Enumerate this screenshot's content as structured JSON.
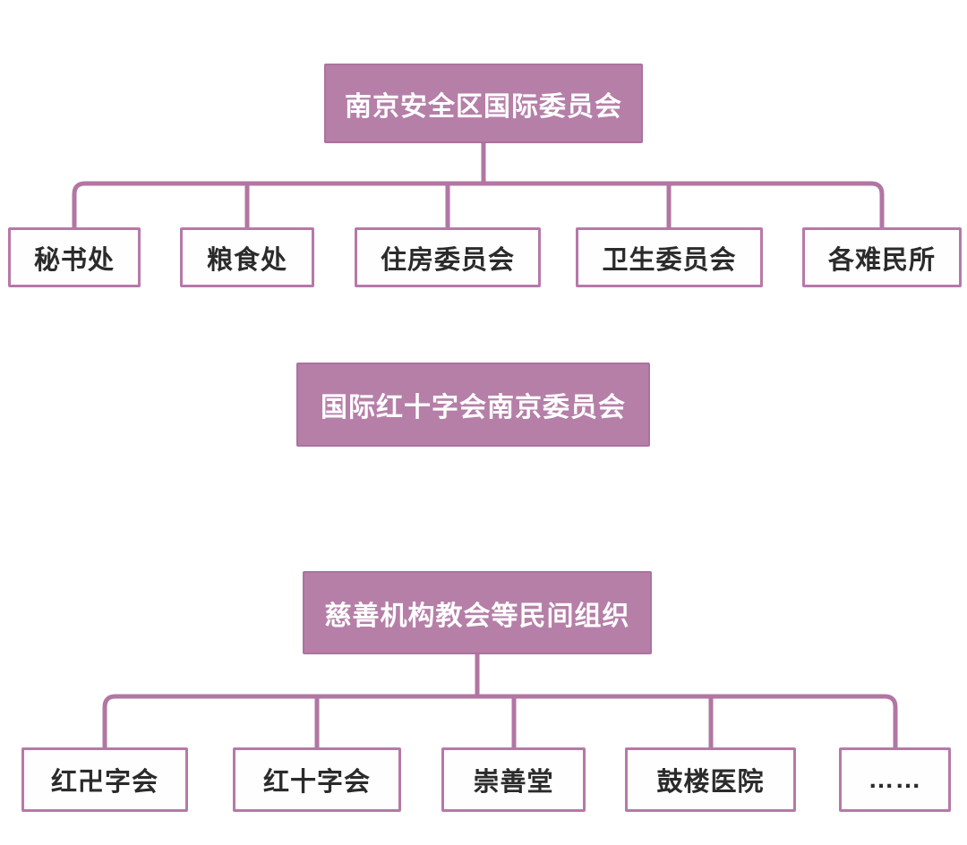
{
  "diagram": {
    "type": "org-chart",
    "language": "zh-CN",
    "background_color": "#ffffff",
    "colors": {
      "parent_node_fill": "#b57fa8",
      "parent_node_text": "#ffffff",
      "child_node_fill": "#ffffff",
      "child_node_border": "#b679a7",
      "child_node_text": "#2c2b2c",
      "connector_line": "#b276a3"
    },
    "sections": [
      {
        "parent": "南京安全区国际委员会",
        "children": [
          "秘书处",
          "粮食处",
          "住房委员会",
          "卫生委员会",
          "各难民所"
        ]
      },
      {
        "parent": "国际红十字会南京委员会",
        "children": []
      },
      {
        "parent": "慈善机构教会等民间组织",
        "children": [
          "红卍字会",
          "红十字会",
          "崇善堂",
          "鼓楼医院",
          "……"
        ]
      }
    ]
  }
}
